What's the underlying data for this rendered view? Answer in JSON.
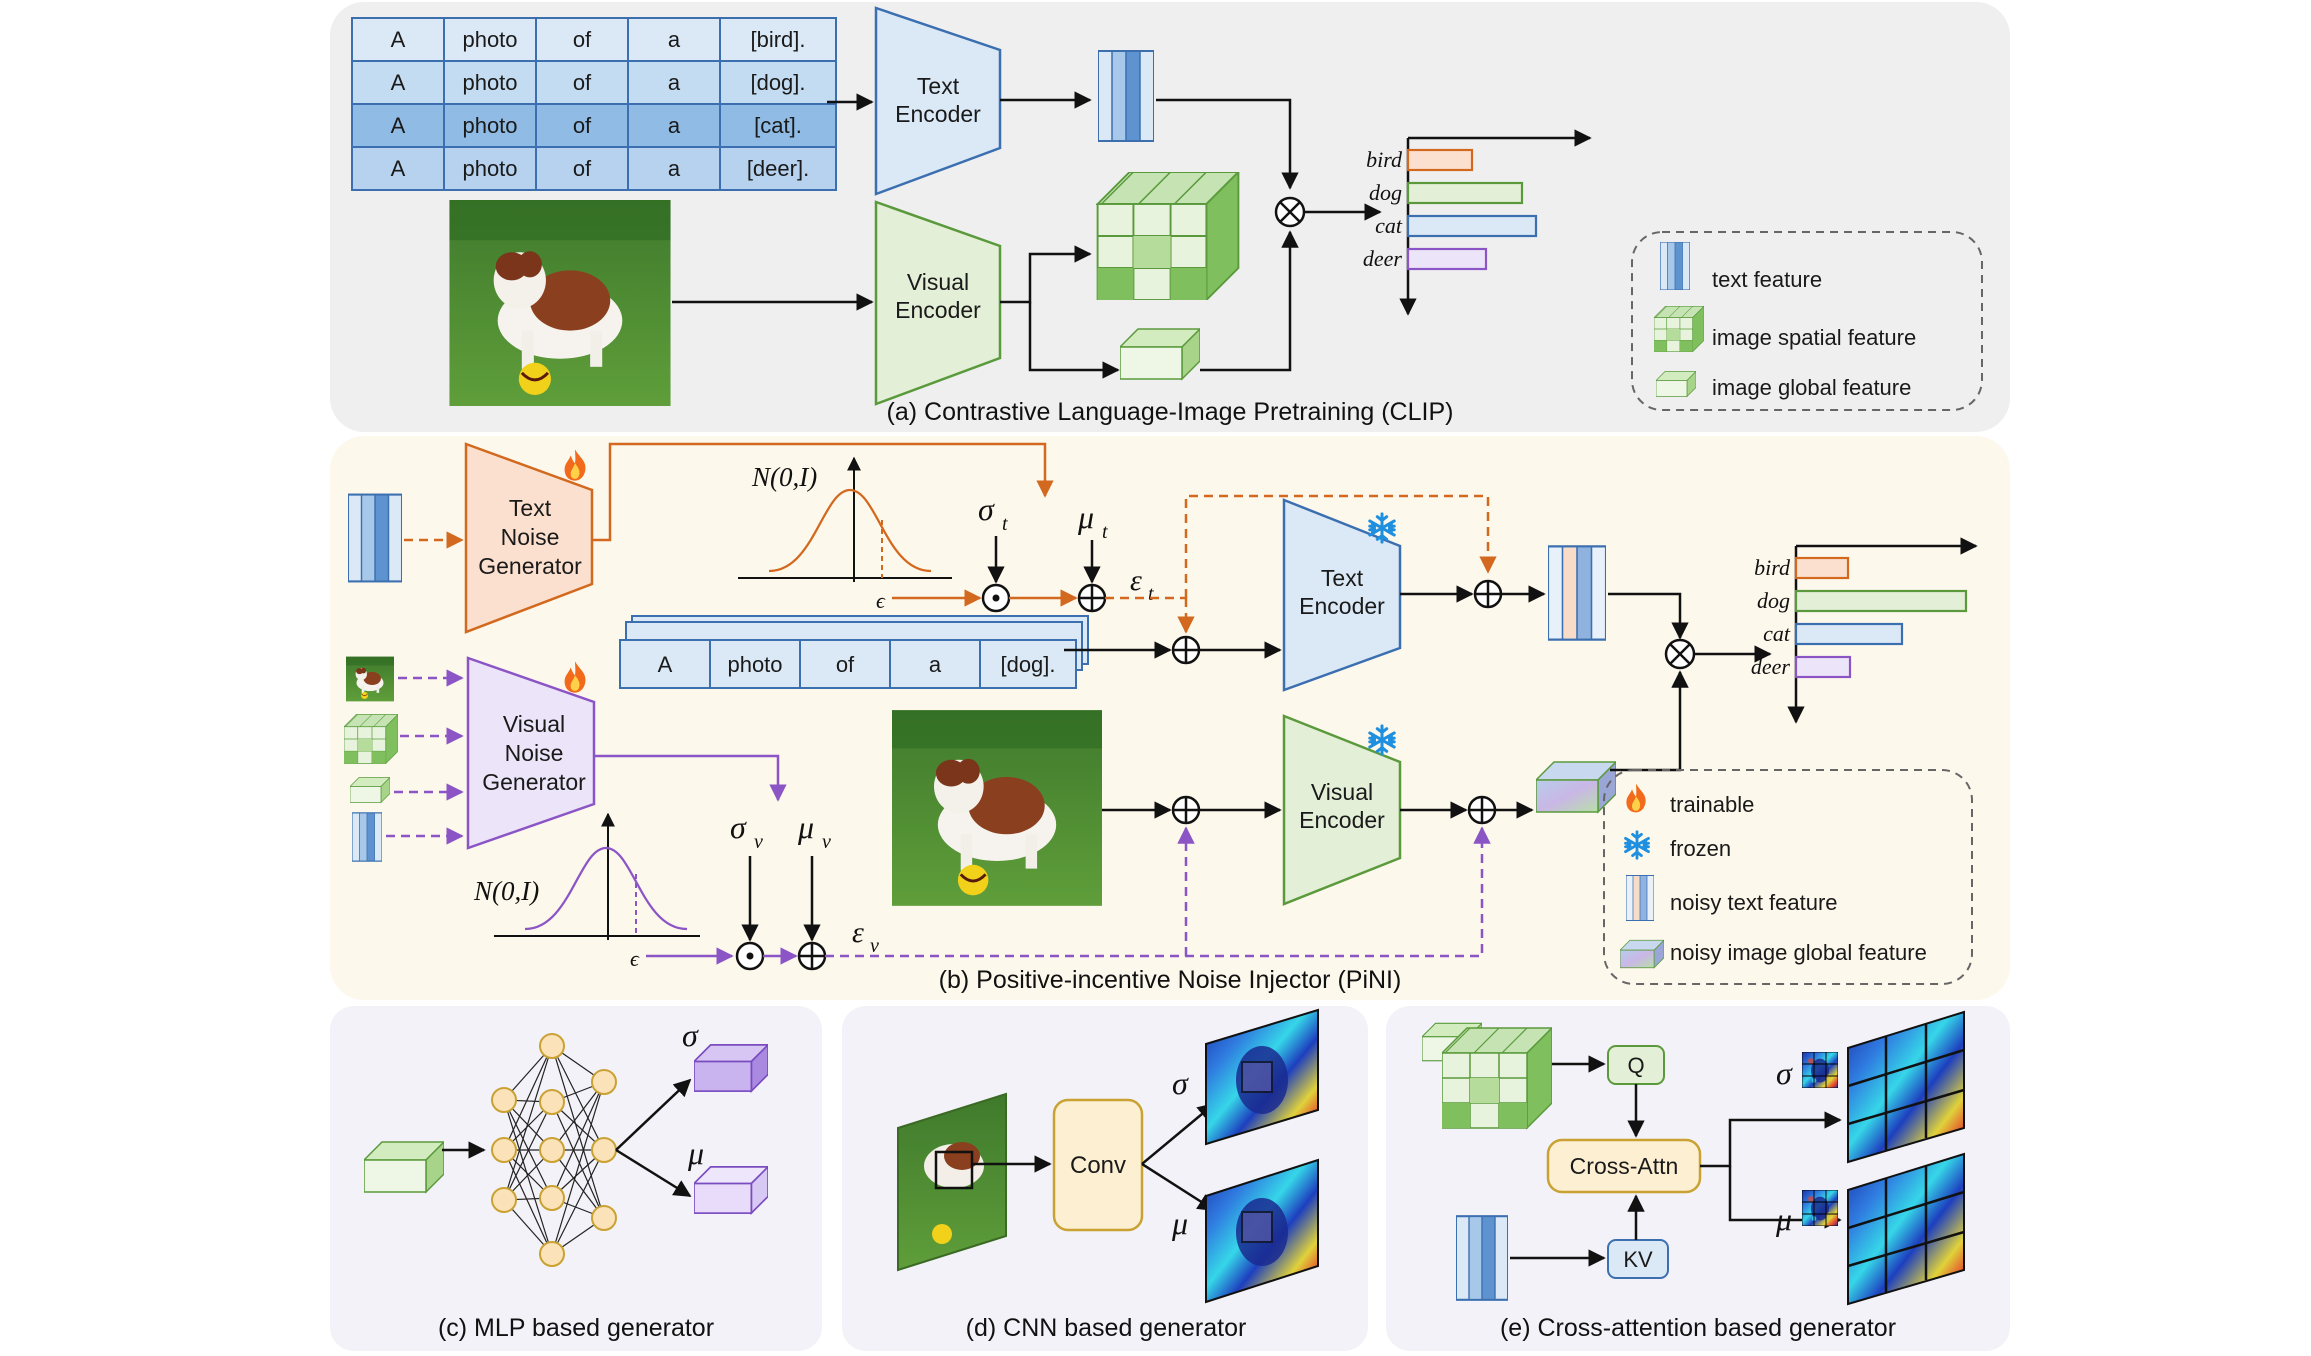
{
  "clip": {
    "caption": "(a) Contrastive Language-Image Pretraining (CLIP)",
    "prompt_rows": [
      [
        "A",
        "photo",
        "of",
        "a",
        "[bird]."
      ],
      [
        "A",
        "photo",
        "of",
        "a",
        "[dog]."
      ],
      [
        "A",
        "photo",
        "of",
        "a",
        "[cat]."
      ],
      [
        "A",
        "photo",
        "of",
        "a",
        "[deer]."
      ]
    ],
    "text_encoder": [
      "Text",
      "Encoder"
    ],
    "visual_encoder": [
      "Visual",
      "Encoder"
    ],
    "classes": [
      "bird",
      "dog",
      "cat",
      "deer"
    ],
    "class_scores": [
      0.32,
      0.57,
      0.64,
      0.39
    ],
    "legend": {
      "text_feature": "text feature",
      "image_spatial_feature": "image spatial feature",
      "image_global_feature": "image global feature"
    }
  },
  "pini": {
    "caption": "(b) Positive-incentive Noise Injector (PiNI)",
    "text_noise_generator": [
      "Text",
      "Noise",
      "Generator"
    ],
    "visual_noise_generator": [
      "Visual",
      "Noise",
      "Generator"
    ],
    "normal_dist": "N(0,I)",
    "epsilon": "ϵ",
    "sigma_t": "σ",
    "mu_t": "μ",
    "eps_t": "ε",
    "sub_t": "t",
    "sigma_v": "σ",
    "mu_v": "μ",
    "eps_v": "ε",
    "sub_v": "v",
    "prompt": [
      "A",
      "photo",
      "of",
      "a",
      "[dog]."
    ],
    "text_encoder": [
      "Text",
      "Encoder"
    ],
    "visual_encoder": [
      "Visual",
      "Encoder"
    ],
    "classes": [
      "bird",
      "dog",
      "cat",
      "deer"
    ],
    "class_scores": [
      0.26,
      0.85,
      0.53,
      0.27
    ],
    "legend": {
      "trainable": "trainable",
      "frozen": "frozen",
      "noisy_text_feature": "noisy text feature",
      "noisy_image_global_feature": "noisy image global feature"
    }
  },
  "mlp": {
    "caption": "(c) MLP based generator",
    "sigma": "σ",
    "mu": "μ"
  },
  "cnn": {
    "caption": "(d) CNN based generator",
    "conv": "Conv",
    "sigma": "σ",
    "mu": "μ"
  },
  "xattn": {
    "caption": "(e) Cross-attention based generator",
    "q": "Q",
    "kv": "KV",
    "cross_attn": "Cross-Attn",
    "sigma": "σ",
    "mu": "μ"
  },
  "colors": {
    "panel_a_bg": "#efefef",
    "panel_b_bg": "#fdf8ec",
    "panel_c_bg": "#f1f1f7",
    "text_blue": "#dbe9f7",
    "visual_green": "#e3efd6",
    "noise_orange": "#fbe0cf",
    "noise_purple": "#ece4f8",
    "orange": "#d2691e",
    "purple": "#8b55c6"
  }
}
